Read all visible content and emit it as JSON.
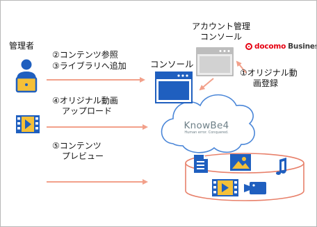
{
  "actor": {
    "label": "管理者"
  },
  "steps": {
    "browse": "②コンテンツ参照",
    "add_to_library": "③ライブラリへ追加",
    "upload_line1": "④オリジナル動画",
    "upload_line2": "アップロード",
    "preview_line1": "⑤コンテンツ",
    "preview_line2": "プレビュー",
    "register_line1": "①オリジナル動",
    "register_line2": "画登録"
  },
  "console": {
    "label": "コンソール"
  },
  "account_console": {
    "label_line1": "アカウント管理",
    "label_line2": "コンソール"
  },
  "brand": {
    "name_part1": "docomo",
    "name_part2": "Business"
  },
  "logo": {
    "name": "KnowBe4",
    "tagline": "Human error. Conquered."
  },
  "colors": {
    "arrow": "#f2a08a",
    "icon_blue": "#1f5fbf",
    "cloud_stroke": "#4a86d8",
    "cylinder_stroke": "#e8806a",
    "brand_red": "#e60012",
    "window_gray": "#bdbdbd"
  }
}
